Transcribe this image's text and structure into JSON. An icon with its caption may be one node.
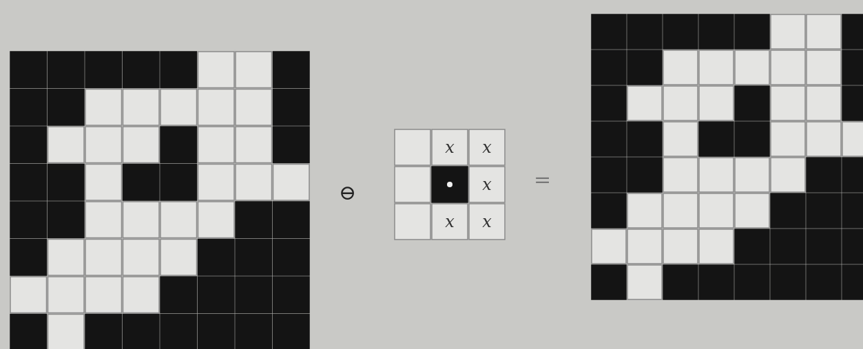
{
  "diagram": {
    "labels": [
      "⊖",
      "x",
      "x",
      "x",
      "x",
      "x",
      "="
    ]
  }
}
